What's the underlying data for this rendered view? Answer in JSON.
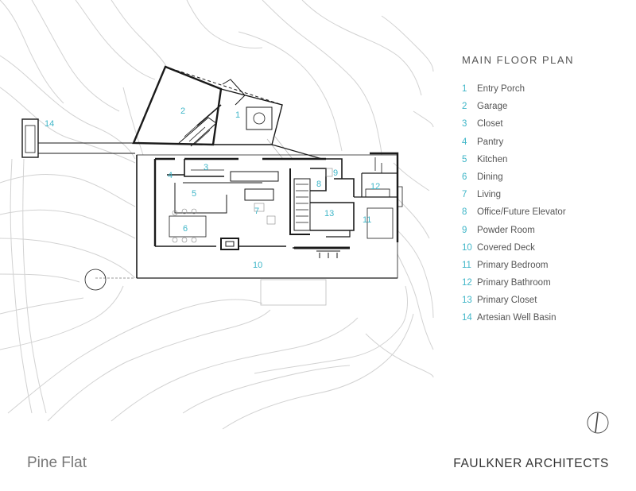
{
  "legend": {
    "title": "MAIN FLOOR PLAN",
    "items": [
      {
        "num": "1",
        "label": "Entry Porch"
      },
      {
        "num": "2",
        "label": "Garage"
      },
      {
        "num": "3",
        "label": "Closet"
      },
      {
        "num": "4",
        "label": "Pantry"
      },
      {
        "num": "5",
        "label": "Kitchen"
      },
      {
        "num": "6",
        "label": "Dining"
      },
      {
        "num": "7",
        "label": "Living"
      },
      {
        "num": "8",
        "label": "Office/Future Elevator"
      },
      {
        "num": "9",
        "label": "Powder Room"
      },
      {
        "num": "10",
        "label": "Covered Deck"
      },
      {
        "num": "11",
        "label": "Primary Bedroom"
      },
      {
        "num": "12",
        "label": "Primary Bathroom"
      },
      {
        "num": "13",
        "label": "Primary Closet"
      },
      {
        "num": "14",
        "label": "Artesian Well Basin"
      }
    ]
  },
  "plan_labels": [
    "1",
    "2",
    "3",
    "4",
    "5",
    "6",
    "7",
    "8",
    "9",
    "10",
    "11",
    "12",
    "13",
    "14"
  ],
  "footer": {
    "project_name": "Pine Flat",
    "firm_name": "FAULKNER ARCHITECTS"
  },
  "colors": {
    "accent": "#3fb6c8",
    "wall": "#1a1a1a",
    "contour": "#cfcfcf",
    "text": "#555555"
  }
}
